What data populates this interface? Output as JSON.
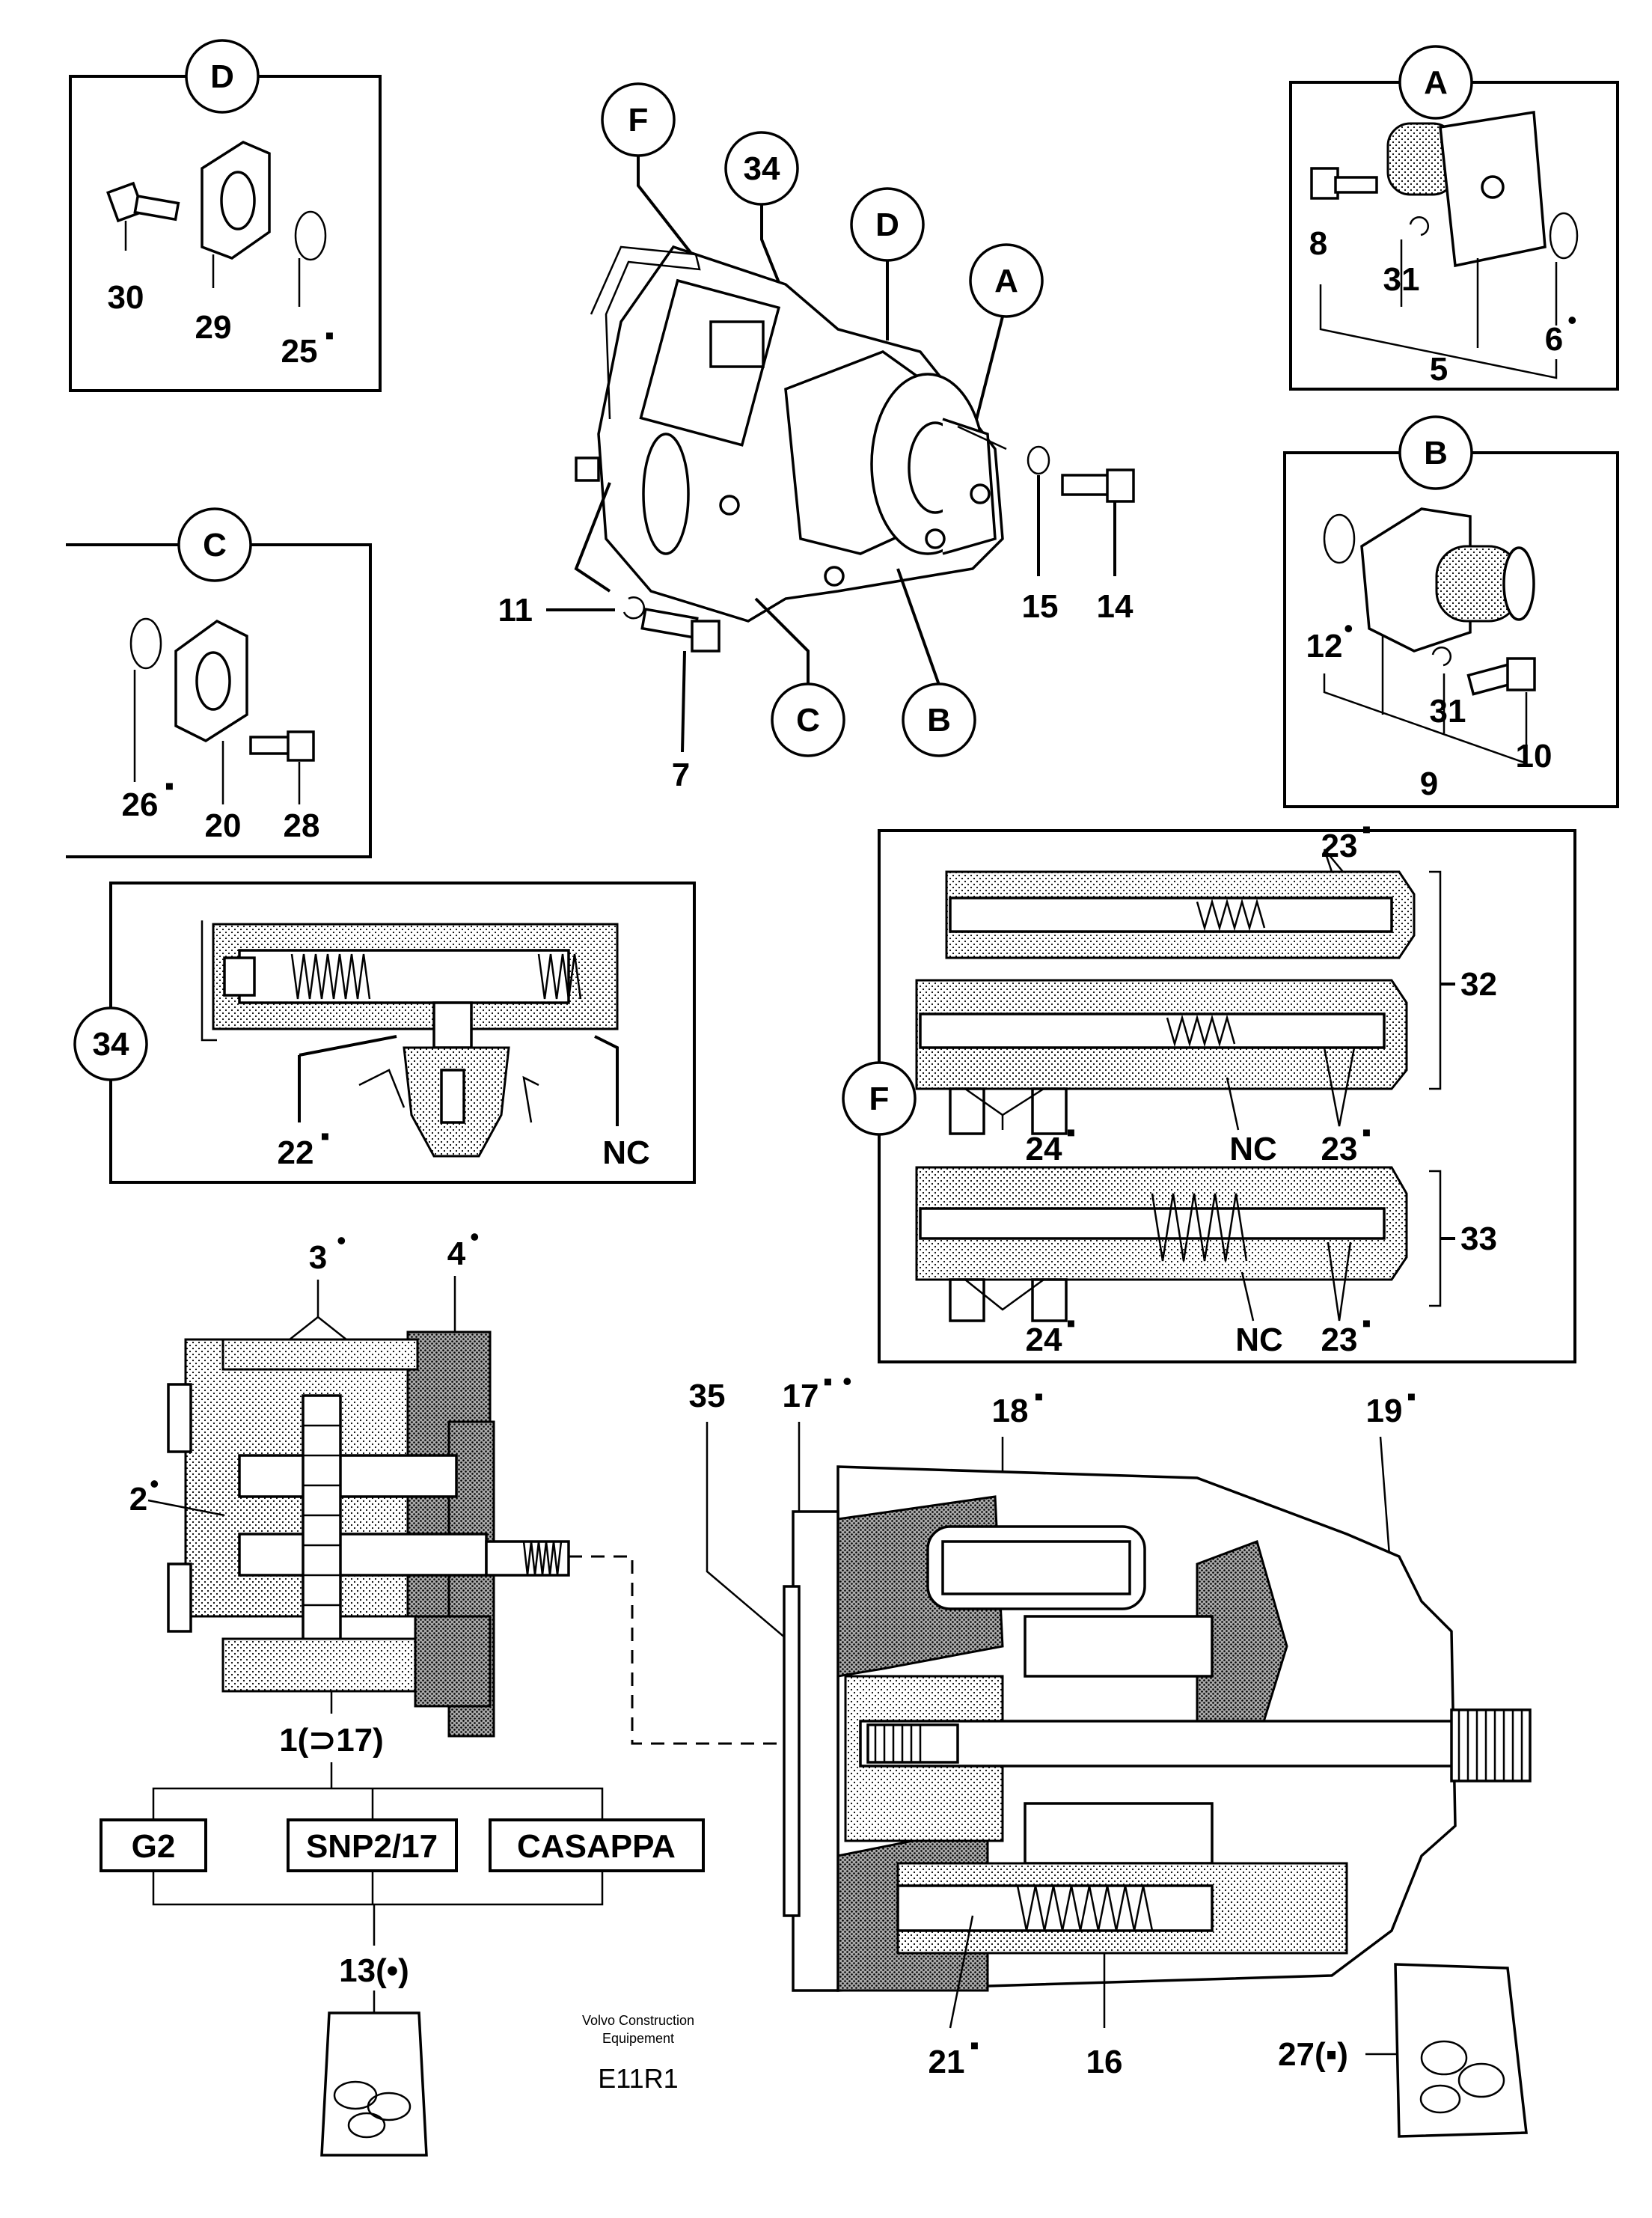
{
  "callouts": {
    "A": "A",
    "B": "B",
    "C": "C",
    "D": "D",
    "F": "F",
    "n34": "34"
  },
  "labels": {
    "l1": "1(⊃17)",
    "l2": "2",
    "l3": "3",
    "l4": "4",
    "l5": "5",
    "l6": "6",
    "l7": "7",
    "l8": "8",
    "l9": "9",
    "l10": "10",
    "l11": "11",
    "l12": "12",
    "l13": "13(•)",
    "l14": "14",
    "l15": "15",
    "l16": "16",
    "l17": "17",
    "l18": "18",
    "l19": "19",
    "l20": "20",
    "l21": "21",
    "l22": "22",
    "l23": "23",
    "l24": "24",
    "l25": "25",
    "l26": "26",
    "l27": "27(▪)",
    "l28": "28",
    "l29": "29",
    "l30": "30",
    "l31": "31",
    "l32": "32",
    "l33": "33",
    "l35": "35",
    "nc": "NC"
  },
  "markers": {
    "square": "▪",
    "dot": "•"
  },
  "pump_variants": [
    "G2",
    "SNP2/17",
    "CASAPPA"
  ],
  "footer": {
    "company_line1": "Volvo Construction",
    "company_line2": "Equipement",
    "drawing_id": "E11R1"
  }
}
